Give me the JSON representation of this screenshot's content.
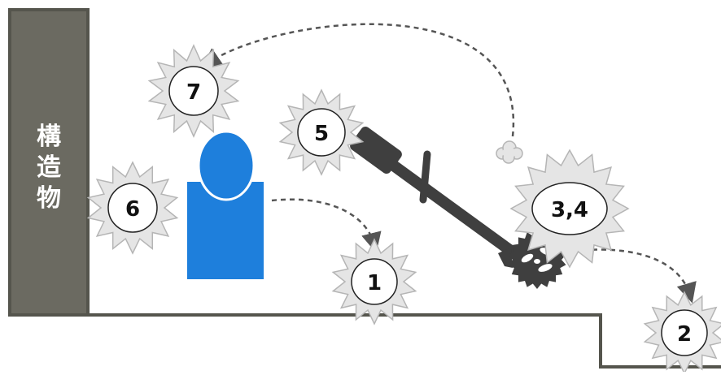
{
  "structure": {
    "label_chars": [
      "構",
      "造",
      "物"
    ]
  },
  "hazards": [
    {
      "id": "h1",
      "label": "1"
    },
    {
      "id": "h2",
      "label": "2"
    },
    {
      "id": "h34",
      "label": "3,4"
    },
    {
      "id": "h5",
      "label": "5"
    },
    {
      "id": "h6",
      "label": "6"
    },
    {
      "id": "h7",
      "label": "7"
    }
  ],
  "colors": {
    "wall": "#6b6a61",
    "wall_border": "#55554d",
    "person": "#1e7fdc",
    "tool": "#3f3f3f",
    "burst_fill": "#e5e5e5",
    "burst_stroke": "#b5b5b5",
    "arrow": "#555555"
  }
}
